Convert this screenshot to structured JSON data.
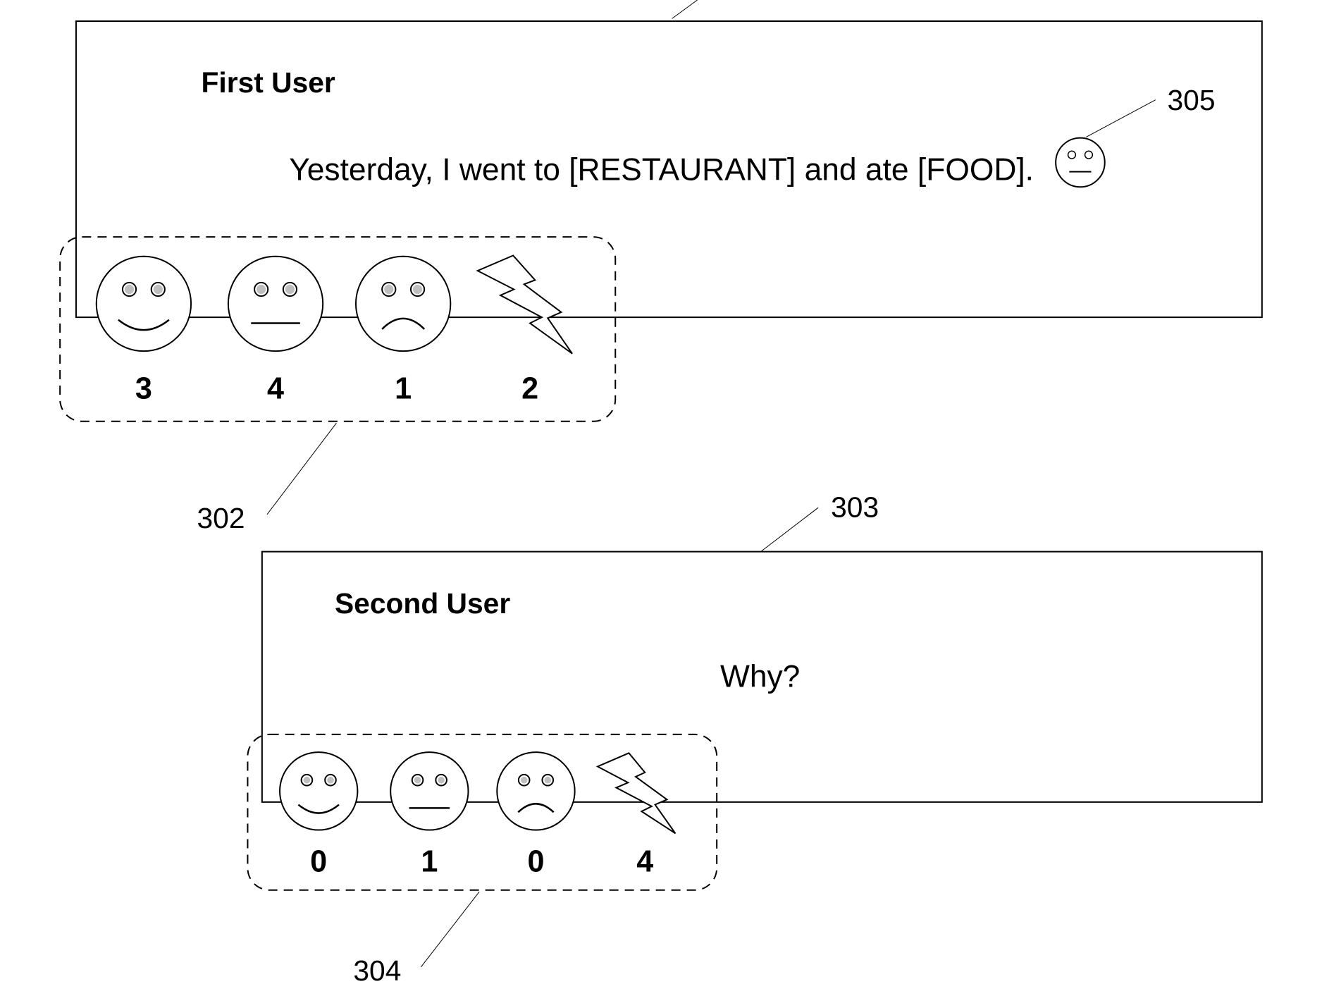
{
  "colors": {
    "ink": "#000000",
    "paper": "#ffffff"
  },
  "messages": [
    {
      "author": "First User",
      "text": "Yesterday, I went to [RESTAURANT] and ate [FOOD].",
      "inline_icon": "neutral-face-icon",
      "reaction_ref": "302",
      "icon_ref": "305",
      "reactions": [
        {
          "icon": "smiling-face-icon",
          "count": "3"
        },
        {
          "icon": "neutral-face-icon",
          "count": "4"
        },
        {
          "icon": "frowning-face-icon",
          "count": "1"
        },
        {
          "icon": "lightning-bolt-icon",
          "count": "2"
        }
      ]
    },
    {
      "author": "Second User",
      "text": "Why?",
      "message_ref": "303",
      "reaction_ref": "304",
      "reactions": [
        {
          "icon": "smiling-face-icon",
          "count": "0"
        },
        {
          "icon": "neutral-face-icon",
          "count": "1"
        },
        {
          "icon": "frowning-face-icon",
          "count": "0"
        },
        {
          "icon": "lightning-bolt-icon",
          "count": "4"
        }
      ]
    }
  ]
}
